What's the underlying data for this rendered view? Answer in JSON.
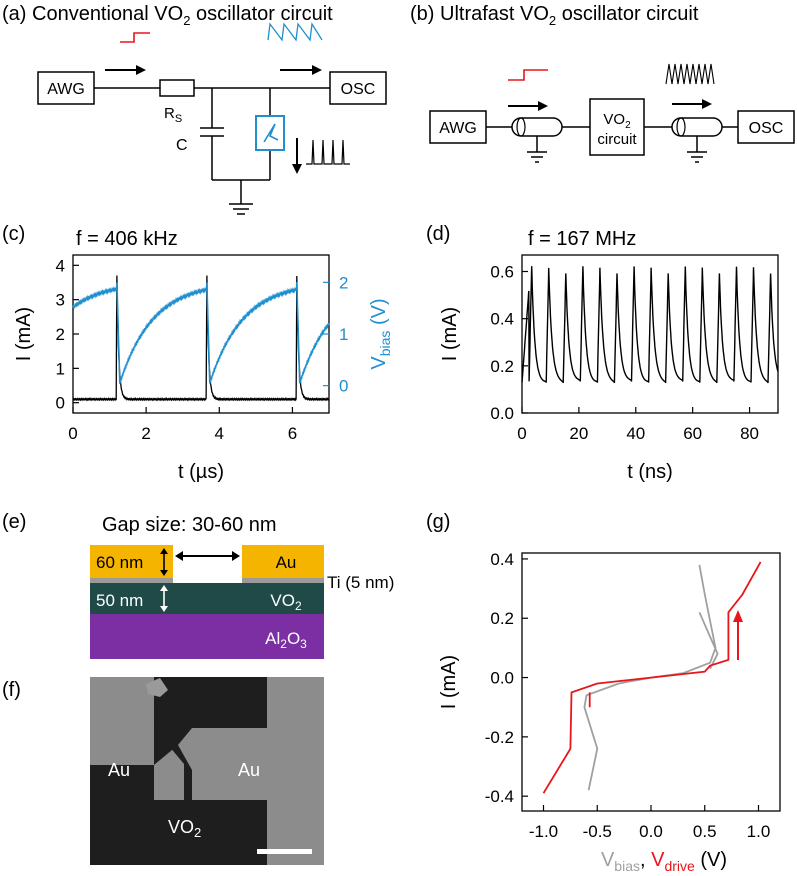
{
  "panel_a": {
    "title": "(a) Conventional VO",
    "title_sub": "2",
    "title_rest": " oscillator circuit",
    "awg": "AWG",
    "osc": "OSC",
    "rs": "R",
    "rs_sub": "S",
    "cap": "C"
  },
  "panel_b": {
    "title": "(b) Ultrafast VO",
    "title_sub": "2",
    "title_rest": " oscillator circuit",
    "awg": "AWG",
    "osc": "OSC",
    "vo2_line1": "VO",
    "vo2_sub": "2",
    "vo2_line2": "circuit"
  },
  "panel_c": {
    "label": "(c)",
    "freq": "f = 406 kHz",
    "xlabel": "t (µs)",
    "ylabel": "I (mA)",
    "ylabel2_main": "V",
    "ylabel2_sub": "bias",
    "ylabel2_unit": " (V)"
  },
  "panel_d": {
    "label": "(d)",
    "freq": "f = 167 MHz",
    "xlabel": "t (ns)",
    "ylabel": "I (mA)"
  },
  "panel_e": {
    "label": "(e)",
    "gap": "Gap size: 30-60 nm",
    "au_thick": "60 nm",
    "au": "Au",
    "ti": "Ti (5 nm)",
    "vo2_thick": "50 nm",
    "vo2": "VO",
    "vo2_sub": "2",
    "sub": "Al",
    "sub_s1": "2",
    "sub_o": "O",
    "sub_s2": "3"
  },
  "panel_f": {
    "label": "(f)",
    "au_left": "Au",
    "au_right": "Au",
    "vo2": "VO",
    "vo2_sub": "2"
  },
  "panel_g": {
    "label": "(g)",
    "ylabel": "I (mA)",
    "xlabel_v1": "V",
    "xlabel_v1_sub": "bias",
    "xlabel_sep": ", ",
    "xlabel_v2": "V",
    "xlabel_v2_sub": "drive",
    "xlabel_unit": " (V)"
  },
  "colors": {
    "blue": "#1f8fcf",
    "red": "#e8161b",
    "gray": "#a0a0a0",
    "au": "#f5b400",
    "vo2": "#1f4a48",
    "al2o3": "#7b2fa3",
    "ti": "#9a9a9a"
  },
  "chart_data": [
    {
      "type": "line",
      "panel": "c",
      "xlim": [
        0,
        7
      ],
      "xticks": [
        0,
        2,
        4,
        6
      ],
      "ylim": [
        -0.3,
        4.3
      ],
      "yticks": [
        0,
        1,
        2,
        3,
        4
      ],
      "y2lim": [
        -0.53,
        2.53
      ],
      "y2ticks": [
        0,
        1,
        2
      ],
      "period": 2.46,
      "spike_times": [
        1.2,
        3.66,
        6.12
      ],
      "series": [
        {
          "axis": "left",
          "color": "#000000",
          "baseline": 0.1,
          "peak": 3.7
        },
        {
          "axis": "right",
          "color": "#1f8fcf",
          "start": 1.2,
          "max": 2.0,
          "min": 0.05
        }
      ]
    },
    {
      "type": "line",
      "panel": "d",
      "xlim": [
        0,
        90
      ],
      "xticks": [
        0,
        20,
        40,
        60,
        80
      ],
      "ylim": [
        0,
        0.67
      ],
      "yticks": [
        0.0,
        0.2,
        0.4,
        0.6
      ],
      "period": 6.0,
      "min": 0.13,
      "max": 0.61
    },
    {
      "type": "line",
      "panel": "g",
      "xlim": [
        -1.2,
        1.2
      ],
      "xticks": [
        -1.0,
        -0.5,
        0.0,
        0.5,
        1.0
      ],
      "ylim": [
        -0.45,
        0.42
      ],
      "yticks": [
        -0.4,
        -0.2,
        0.0,
        0.2,
        0.4
      ],
      "series": [
        {
          "name": "V_bias",
          "color": "#a0a0a0",
          "points": [
            [
              -0.58,
              -0.38
            ],
            [
              -0.5,
              -0.24
            ],
            [
              -0.62,
              -0.1
            ],
            [
              -0.6,
              -0.06
            ],
            [
              -0.3,
              -0.02
            ],
            [
              0.0,
              0.0
            ],
            [
              0.3,
              0.015
            ],
            [
              0.55,
              0.05
            ],
            [
              0.6,
              0.1
            ],
            [
              0.5,
              0.28
            ],
            [
              0.45,
              0.38
            ]
          ]
        },
        {
          "name": "V_bias_return",
          "color": "#a0a0a0",
          "points": [
            [
              0.45,
              0.22
            ],
            [
              0.62,
              0.08
            ],
            [
              0.55,
              0.03
            ]
          ]
        },
        {
          "name": "V_drive",
          "color": "#e8161b",
          "points": [
            [
              -1.0,
              -0.39
            ],
            [
              -0.75,
              -0.24
            ],
            [
              -0.74,
              -0.05
            ],
            [
              -0.5,
              -0.02
            ],
            [
              0.0,
              0.0
            ],
            [
              0.5,
              0.02
            ],
            [
              0.55,
              0.04
            ],
            [
              0.72,
              0.06
            ],
            [
              0.72,
              0.22
            ],
            [
              0.85,
              0.28
            ],
            [
              1.02,
              0.39
            ]
          ]
        },
        {
          "name": "V_drive_return",
          "color": "#e8161b",
          "points": [
            [
              -0.57,
              -0.1
            ],
            [
              -0.57,
              -0.05
            ]
          ]
        }
      ]
    }
  ]
}
